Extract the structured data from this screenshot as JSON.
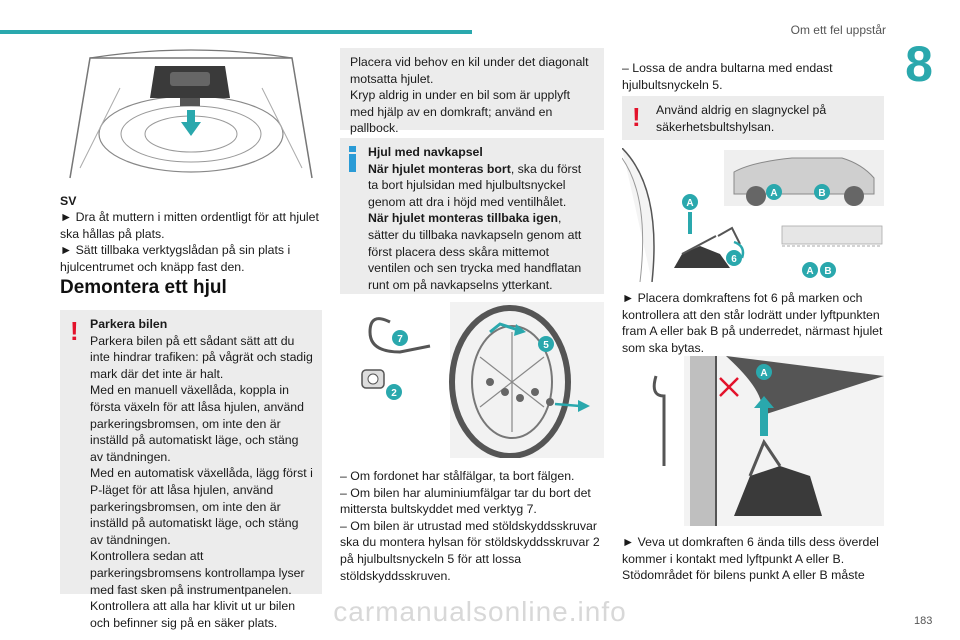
{
  "header": {
    "section_title": "Om ett fel uppstår",
    "chapter_number": "8",
    "page_number": "183"
  },
  "watermark": "carmanualsonline.info",
  "colors": {
    "accent": "#2aa8ad",
    "warning": "#e3122b",
    "info": "#2a9bd6",
    "box_bg": "#ececec"
  },
  "left": {
    "sv_label": "SV",
    "steps": [
      "► Dra åt muttern i mitten ordentligt för att hjulet ska hållas på plats.",
      "► Sätt tillbaka verktygslådan på sin plats i hjulcentrumet och knäpp fast den."
    ],
    "heading": "Demontera ett hjul",
    "warning_title": "Parkera bilen",
    "warning_lines": [
      "Parkera bilen på ett sådant sätt att du inte hindrar trafiken: på vågrät och stadig mark där det inte är halt.",
      "Med en manuell växellåda, koppla in första växeln för att låsa hjulen, använd parkeringsbromsen, om inte den är inställd på automatiskt läge, och stäng av tändningen.",
      "Med en automatisk växellåda, lägg först i P-läget för att låsa hjulen, använd parkeringsbromsen, om inte den är inställd på automatiskt läge, och stäng av tändningen.",
      "Kontrollera sedan att parkeringsbromsens kontrollampa lyser med fast sken på instrumentpanelen.",
      "Kontrollera att alla har klivit ut ur bilen och befinner sig på en säker plats."
    ]
  },
  "middle": {
    "advice_lines": [
      "Placera vid behov en kil under det diagonalt motsatta hjulet.",
      "Kryp aldrig in under en bil som är upplyft med hjälp av en domkraft; använd en pallbock."
    ],
    "info_title": "Hjul med navkapsel",
    "info_mount_removed_bold": "När hjulet monteras bort",
    "info_mount_removed_text": ", ska du först ta bort hjulsidan med hjulbultsnyckel genom att dra i höjd med ventilhålet.",
    "info_mount_back_bold": "När hjulet monteras tillbaka igen",
    "info_mount_back_text": ", sätter du tillbaka navkapseln genom att först placera dess skåra mittemot ventilen och sen trycka med handflatan runt om på navkapselns ytterkant.",
    "figure_labels": [
      "7",
      "2",
      "5"
    ],
    "dash_items": [
      "– Om fordonet har stålfälgar, ta bort fälgen.",
      "– Om bilen har aluminiumfälgar tar du bort det mittersta bultskyddet med verktyg 7.",
      "– Om bilen är utrustad med stöldskyddsskruvar ska du montera hylsan för stöldskyddsskruvar 2 på hjulbultsnyckeln 5 för att lossa stöldskyddsskruven."
    ]
  },
  "right": {
    "intro": "– Lossa de andra bultarna med endast hjulbultsnyckeln 5.",
    "warning_text": "Använd aldrig en slagnyckel på säkerhetsbultshylsan.",
    "figure_labels": [
      "A",
      "B",
      "6"
    ],
    "step1": "► Placera domkraftens fot 6 på marken och kontrollera att den står lodrätt under lyftpunkten fram A eller bak B på underredet, närmast hjulet som ska bytas.",
    "step2": "► Veva ut domkraften 6 ända tills dess överdel kommer i kontakt med lyftpunkt A eller B.",
    "step2_cont": "Stödområdet för bilens punkt A eller B måste"
  }
}
